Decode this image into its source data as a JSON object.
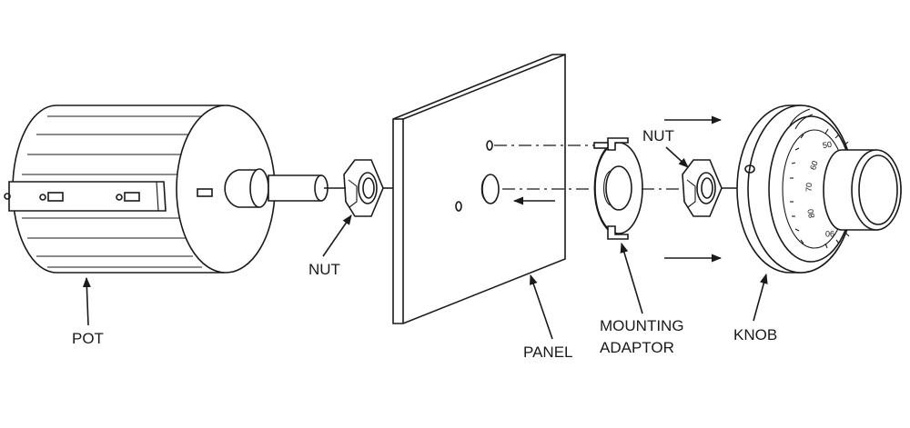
{
  "labels": {
    "pot": "POT",
    "nut_left": "NUT",
    "nut_right": "NUT",
    "panel": "PANEL",
    "adaptor_line1": "MOUNTING",
    "adaptor_line2": "ADAPTOR",
    "knob": "KNOB"
  },
  "dial_numbers": [
    "50",
    "60",
    "70",
    "80",
    "90"
  ]
}
